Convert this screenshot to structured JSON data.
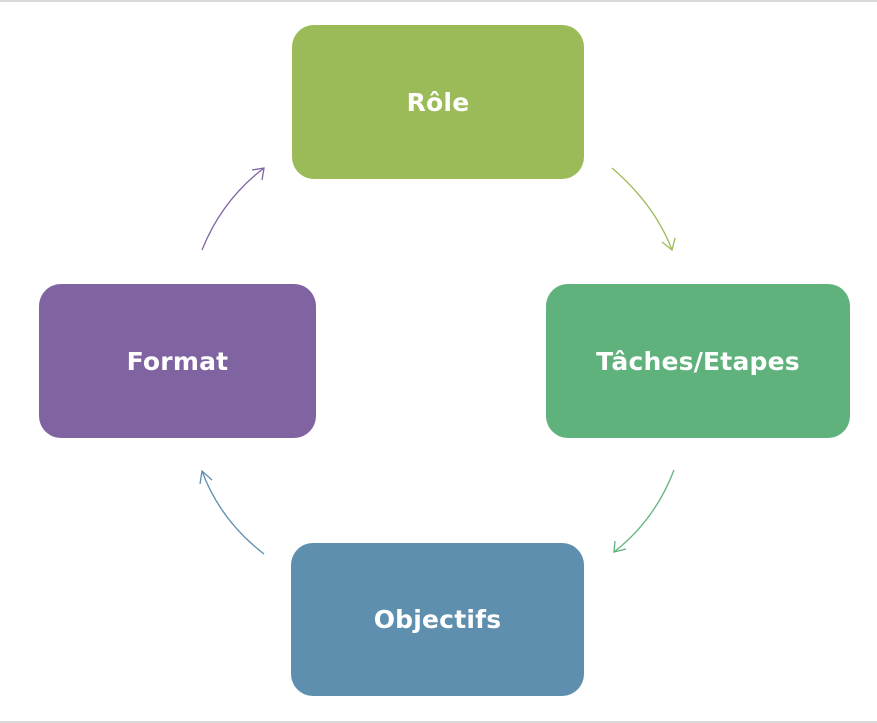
{
  "diagram": {
    "nodes": [
      {
        "id": "role",
        "label": "Rôle",
        "color": "#9bbb59"
      },
      {
        "id": "taches",
        "label": "Tâches/Etapes",
        "color": "#5fb27b"
      },
      {
        "id": "objectifs",
        "label": "Objectifs",
        "color": "#5f8fae"
      },
      {
        "id": "format",
        "label": "Format",
        "color": "#8064a2"
      }
    ],
    "edges": [
      {
        "from": "role",
        "to": "taches",
        "color": "#9bbb59"
      },
      {
        "from": "taches",
        "to": "objectifs",
        "color": "#5fb27b"
      },
      {
        "from": "objectifs",
        "to": "format",
        "color": "#5f8fae"
      },
      {
        "from": "format",
        "to": "role",
        "color": "#8064a2"
      }
    ]
  }
}
